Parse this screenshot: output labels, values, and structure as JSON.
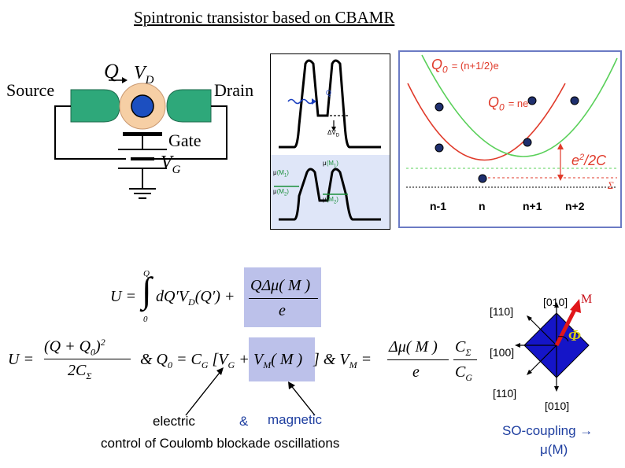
{
  "title": "Spintronic transistor based on CBAMR",
  "circuit": {
    "source_label": "Source",
    "drain_label": "Drain",
    "gate_label": "Gate",
    "q_label": "Q",
    "vd_label": "V",
    "vd_sub": "D",
    "vg_label": "V",
    "vg_sub": "G"
  },
  "inset_energy": {
    "q_label": "Q",
    "dv_label": "ΔV",
    "dv_sub": "D",
    "mu_s": "μ",
    "mu_s_arg": "(M",
    "mu_s_sub": "1",
    "mu_d_top": "μ",
    "mu_d_top_arg": "(M",
    "mu_d_top_sub": "1",
    "mu_l": "μ",
    "mu_l_arg": "(M",
    "mu_l_sub": "2",
    "mu_r": "μ",
    "mu_r_arg": "(M",
    "mu_r_sub": "2"
  },
  "parabola_plot": {
    "top_label": "Q",
    "top_sub": "0",
    "top_expr": "= (n+1/2)e",
    "mid_label": "Q",
    "mid_sub": "0",
    "mid_expr": "= ne",
    "gap_label": "e",
    "gap_sup": "2",
    "gap_rest": "/2C",
    "sigma": "Σ",
    "ticks": [
      "n-1",
      "n",
      "n+1",
      "n+2"
    ],
    "colors": {
      "red_curve": "#e03a2a",
      "green_curve": "#5ad05a",
      "frame": "#6b7bc4",
      "dots": "#1f2f6e"
    }
  },
  "crystal": {
    "dir_top_left": "[110]",
    "dir_top": "[010]",
    "dir_left": "[100]",
    "dir_bottom_left": "[110]",
    "dir_bottom": "[010]",
    "m_label": "M",
    "phi_label": "Φ",
    "colors": {
      "square": "#1515c8",
      "arrow": "#e0161a",
      "phi": "#d8cc14"
    }
  },
  "equations": {
    "eq1_lhs": "U =",
    "eq1_int_top": "Q",
    "eq1_int_bot": "0",
    "eq1_body": "dQ′V",
    "eq1_body_sub": "D",
    "eq1_body_arg": "(Q′) +",
    "eq1_frac_num": "QΔμ( M )",
    "eq1_frac_den": "e",
    "eq2_lhs": "U =",
    "eq2_frac_num": "(Q + Q",
    "eq2_frac_num_sub": "0",
    "eq2_frac_num_end": ")",
    "eq2_frac_num_sup": "2",
    "eq2_frac_den": "2C",
    "eq2_frac_den_sub": "Σ",
    "eq2_amp1": "& Q",
    "eq2_amp1_sub": "0",
    "eq2_mid": "= C",
    "eq2_mid_sub": "G",
    "eq2_bracket": "[V",
    "eq2_bracket_sub": "G",
    "eq2_plus": "+",
    "eq2_vm": "V",
    "eq2_vm_sub": "M",
    "eq2_vm_arg": "( M )",
    "eq2_close": "]",
    "eq2_amp2": "& V",
    "eq2_amp2_sub": "M",
    "eq2_eq": "=",
    "eq2_f1_num": "Δμ( M )",
    "eq2_f1_den": "e",
    "eq2_f2_num": "C",
    "eq2_f2_num_sub": "Σ",
    "eq2_f2_den": "C",
    "eq2_f2_den_sub": "G"
  },
  "captions": {
    "electric": "electric",
    "amp": "&",
    "magnetic": "magnetic",
    "line2": "control of Coulomb blockade oscillations",
    "so_line1": "SO-coupling →",
    "so_line2": "μ(M)"
  }
}
